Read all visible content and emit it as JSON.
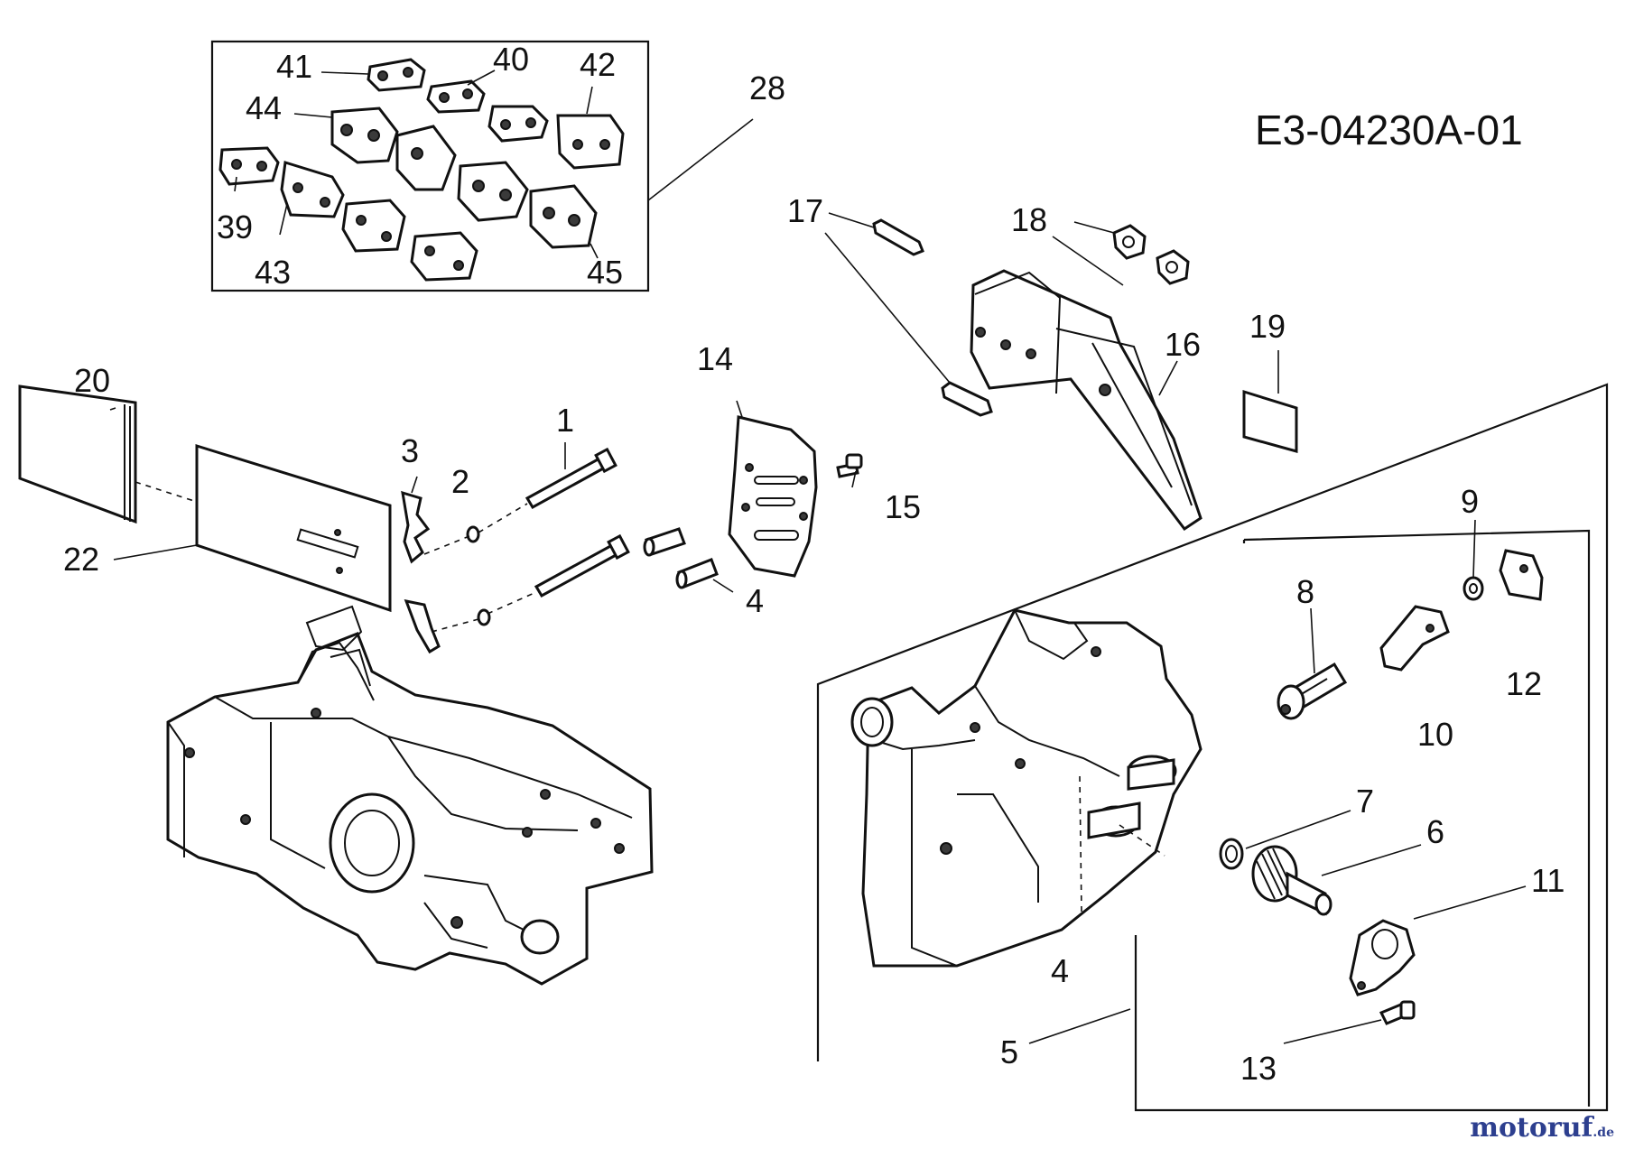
{
  "diagram_code": "E3-04230A-01",
  "watermark": {
    "text": "motoruf",
    "suffix": ".de",
    "color_text": "#2d3f8f",
    "color_accent": "#e08a1c"
  },
  "labels": {
    "p1": "1",
    "p2": "2",
    "p3": "3",
    "p4a": "4",
    "p4b": "4",
    "p5": "5",
    "p6": "6",
    "p7": "7",
    "p8": "8",
    "p9": "9",
    "p10": "10",
    "p11": "11",
    "p12": "12",
    "p13": "13",
    "p14": "14",
    "p15": "15",
    "p16": "16",
    "p17": "17",
    "p18": "18",
    "p19": "19",
    "p20": "20",
    "p22": "22",
    "p28": "28",
    "p39": "39",
    "p40": "40",
    "p41": "41",
    "p42": "42",
    "p43": "43",
    "p44": "44",
    "p45": "45"
  }
}
